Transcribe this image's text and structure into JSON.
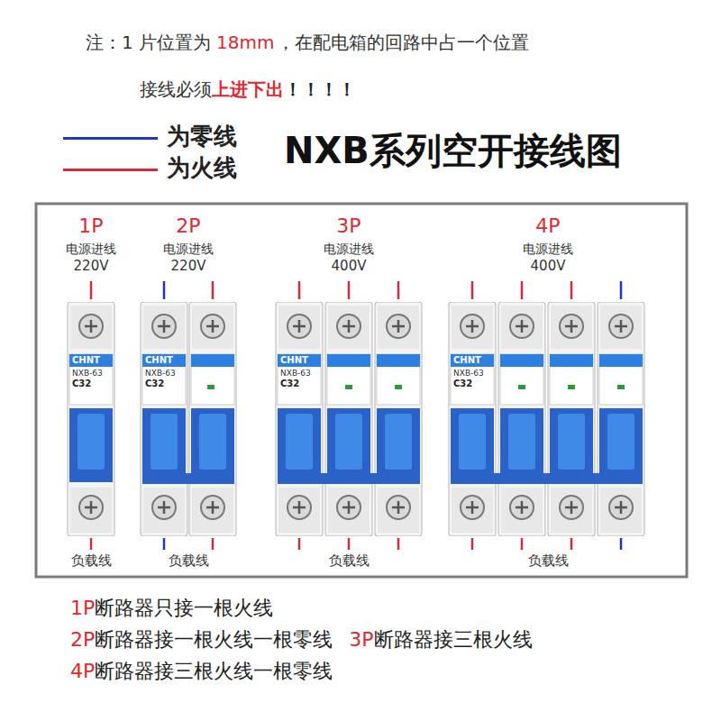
{
  "diagram": {
    "title": "NXB系列空开接线图",
    "labels": [
      "注：1 片位置为",
      "18mm",
      "，在配电箱的回路中占一个位置",
      "接线必须",
      "上进下出",
      "！！！！",
      "1P",
      "电源进线",
      "220V",
      "CHNT",
      "NXB-63",
      "C32",
      "负载线",
      "2P",
      "电源进线",
      "220V",
      "CHNT",
      "NXB-63",
      "C32",
      "负载线",
      "3P",
      "电源进线",
      "400V",
      "CHNT",
      "NXB-63",
      "C32",
      "负载线",
      "4P",
      "电源进线",
      "400V",
      "CHNT",
      "NXB-63",
      "C32",
      "负载线",
      "1P",
      "断路器只接一根火线",
      "2P",
      "断路器接一根火线一根零线",
      "3P",
      "断路器接三根火线",
      "4P",
      "断路器接三根火线一根零线"
    ],
    "legend": [
      {
        "text": "为零线",
        "color": "#1f35c8"
      },
      {
        "text": "为火线",
        "color": "#d42a3a"
      }
    ]
  }
}
